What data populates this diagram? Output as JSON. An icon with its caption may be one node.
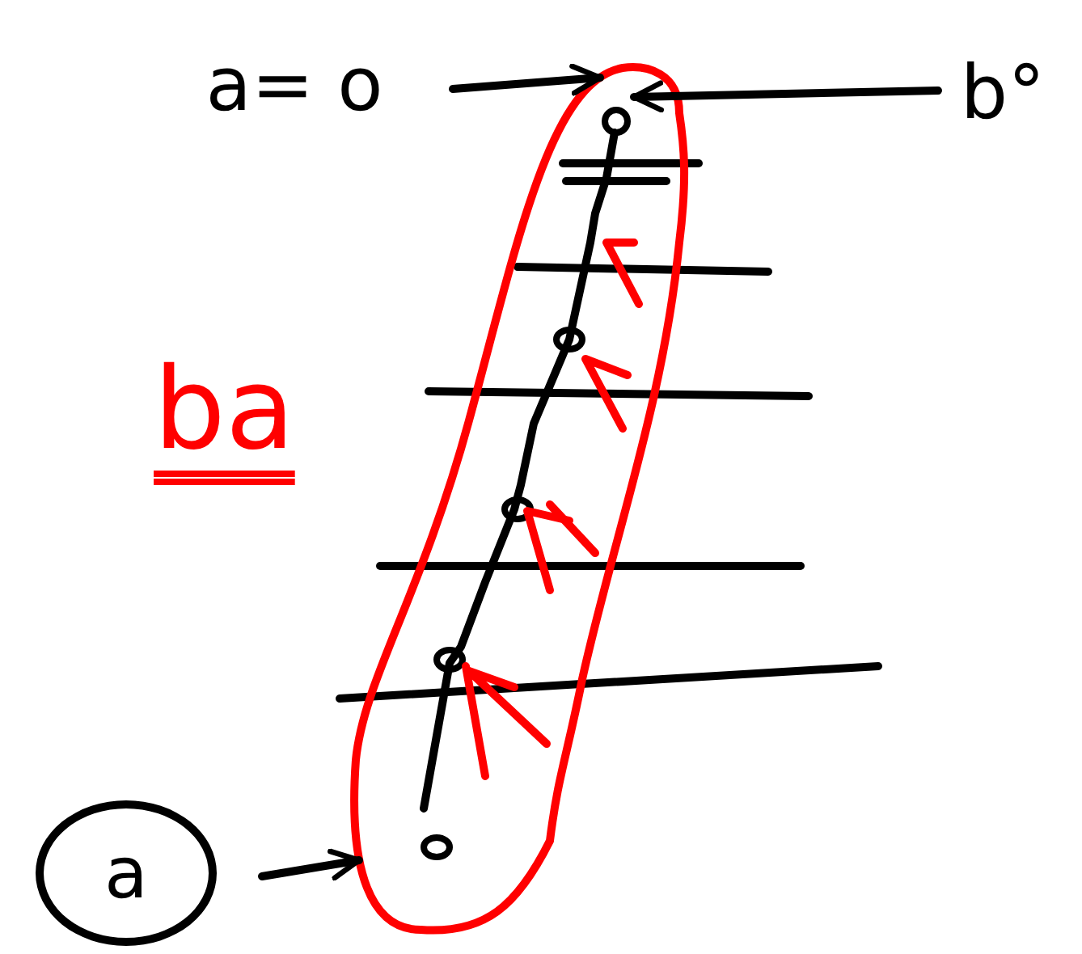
{
  "diagram": {
    "nodes": [
      {
        "text": [],
        "shape": "oval"
      },
      {
        "text": [],
        "shape": "circle",
        "in": 0
      },
      {
        "text": [
          "a= o"
        ]
      },
      {
        "text": [
          "b°"
        ]
      },
      {
        "text": [
          "a"
        ]
      }
    ],
    "edges": [
      {
        "from": 2,
        "to": 1,
        "arrow": "to"
      },
      {
        "from": 3,
        "to": 1,
        "arrow": "to"
      },
      {
        "from": 4,
        "to": 0,
        "arrow": "to"
      }
    ],
    "labels": [
      "ba"
    ]
  }
}
